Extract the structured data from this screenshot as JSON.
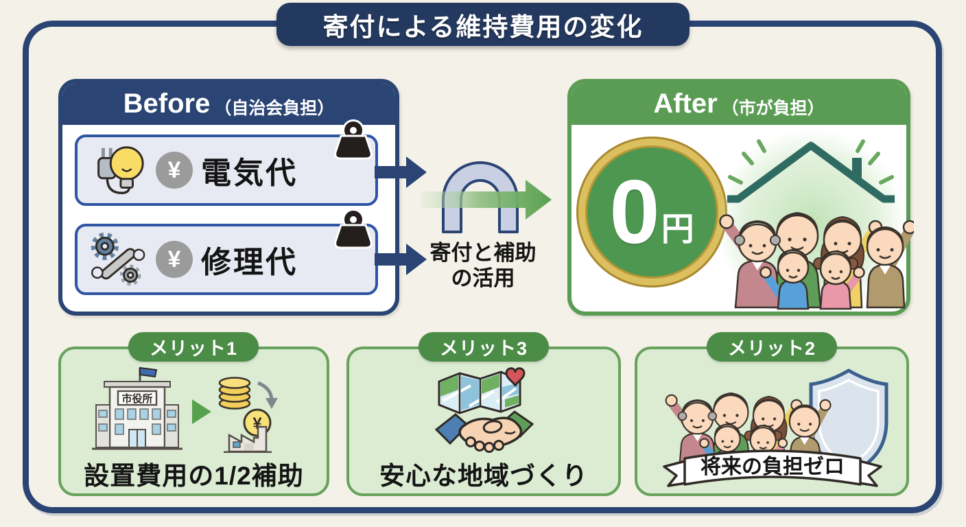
{
  "title": "寄付による維持費用の変化",
  "before": {
    "title_en": "Before",
    "title_ja": "（自治会負担）",
    "rows": [
      {
        "label": "電気代",
        "currency": "¥",
        "icon": "plug-lightbulb-icon"
      },
      {
        "label": "修理代",
        "currency": "¥",
        "icon": "wrench-gears-icon"
      }
    ],
    "burden_icon": "weight-icon"
  },
  "transition": {
    "label_line1": "寄付と補助",
    "label_line2": "の活用",
    "icons": [
      "navy-arrow-icon",
      "uturn-arch-icon",
      "green-arrow-icon"
    ]
  },
  "after": {
    "title_en": "After",
    "title_ja": "（市が負担）",
    "cost_value": "0",
    "cost_unit": "円",
    "illustration": "family-under-roof"
  },
  "merits": [
    {
      "badge": "メリット1",
      "caption": "設置費用の1/2補助",
      "building_sign": "市役所",
      "coin_symbol": "¥",
      "icon": "cityhall-subsidy-icon"
    },
    {
      "badge": "メリット3",
      "caption": "安心な地域づくり",
      "icon": "handshake-map-icon"
    },
    {
      "badge": "メリット2",
      "caption": "将来の負担ゼロ",
      "icon": "family-shield-banner"
    }
  ],
  "colors": {
    "background": "#f4f1e8",
    "navy": "#2a4474",
    "row_blue_border": "#2e55a3",
    "green": "#5b9c55",
    "merit_fill": "#dcecd3",
    "merit_border": "#68a25c",
    "pill_green": "#4b8c47",
    "coin_green": "#4d9750",
    "coin_gold": "#dcbf5e",
    "heart_red": "#d4565a",
    "roof_teal": "#2f6b62"
  }
}
